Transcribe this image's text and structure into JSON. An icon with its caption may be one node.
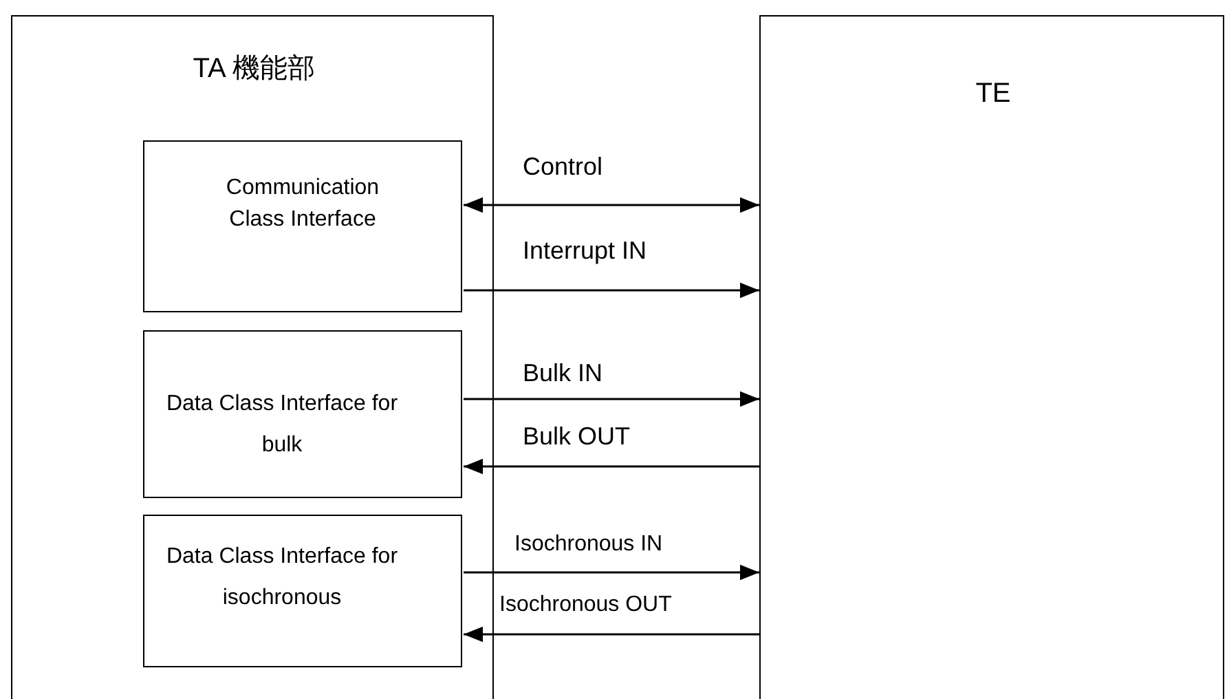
{
  "diagram": {
    "nodes": [
      {
        "text": [
          "TA 機能部"
        ]
      },
      {
        "text": [
          "Communication Class Interface"
        ],
        "in": 0
      },
      {
        "text": [
          "Data Class Interface for bulk"
        ],
        "in": 0
      },
      {
        "text": [
          "Data Class Interface for isochronous"
        ],
        "in": 0
      },
      {
        "text": [
          "TE"
        ]
      }
    ],
    "edges": [
      {
        "from": 1,
        "to": 4,
        "arrow": "both",
        "label": "Control"
      },
      {
        "from": 1,
        "to": 4,
        "arrow": "to",
        "label": "Interrupt IN"
      },
      {
        "from": 2,
        "to": 4,
        "arrow": "to",
        "label": "Bulk IN"
      },
      {
        "from": 4,
        "to": 2,
        "arrow": "to",
        "label": "Bulk OUT"
      },
      {
        "from": 3,
        "to": 4,
        "arrow": "to",
        "label": "Isochronous IN"
      },
      {
        "from": 4,
        "to": 3,
        "arrow": "to",
        "label": "Isochronous OUT"
      }
    ]
  }
}
